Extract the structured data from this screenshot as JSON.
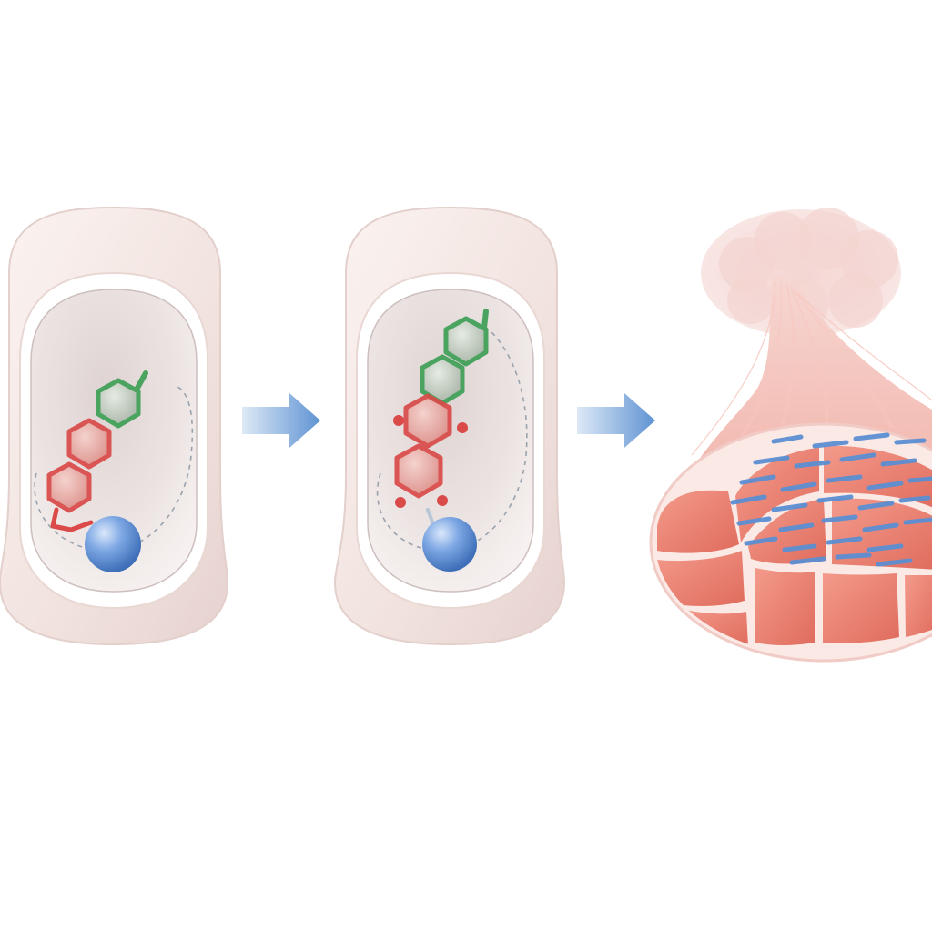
{
  "diagram": {
    "panels": [
      {
        "id": "capsule-1",
        "content": "molecule-with-bead"
      },
      {
        "id": "capsule-2",
        "content": "molecule-with-bead"
      },
      {
        "id": "muscle-bundle",
        "content": "muscle-cross-section"
      }
    ],
    "arrows": 2
  },
  "colors": {
    "background": "#ffffff",
    "capsule_shell": "#f4e6e3",
    "capsule_inner": "#d9cecd",
    "ring_green": "#4aa35f",
    "ring_red": "#d94a48",
    "bead_blue": "#5d8fd6",
    "arrow_blue": "#6fa0d8",
    "muscle_fascicle": "#ea7f70",
    "muscle_border": "#fbe9e6",
    "fiber_blue": "#5b8fd3",
    "brain_pink": "#f0c6c3"
  }
}
